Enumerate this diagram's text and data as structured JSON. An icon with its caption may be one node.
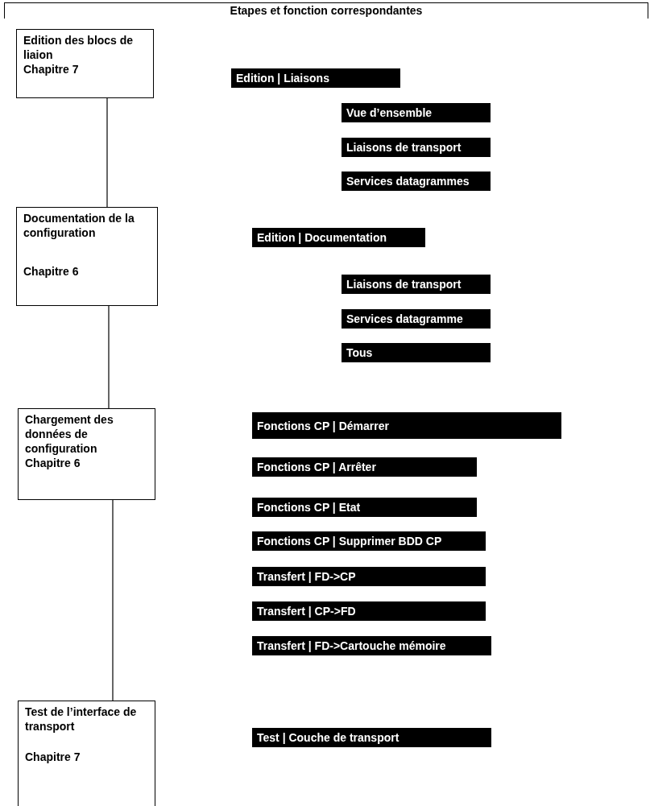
{
  "diagram": {
    "title": "Etapes et fonction correspondantes",
    "nodes": [
      {
        "text": [
          "Edition des blocs de liaion",
          "Chapitre 7"
        ]
      },
      {
        "text": [
          "Edition | Liaisons"
        ]
      },
      {
        "text": [
          "Vue d’ensemble"
        ]
      },
      {
        "text": [
          "Liaisons de transport"
        ]
      },
      {
        "text": [
          "Services datagrammes"
        ]
      },
      {
        "text": [
          "Documentation de la configuration",
          "Chapitre 6"
        ]
      },
      {
        "text": [
          "Edition | Documentation"
        ]
      },
      {
        "text": [
          "Liaisons de transport"
        ]
      },
      {
        "text": [
          "Services datagramme"
        ]
      },
      {
        "text": [
          "Tous"
        ]
      },
      {
        "text": [
          "Chargement des données de configuration",
          "Chapitre 6"
        ]
      },
      {
        "text": [
          "Fonctions CP | Démarrer"
        ]
      },
      {
        "text": [
          "Fonctions CP | Arrêter"
        ]
      },
      {
        "text": [
          "Fonctions CP | Etat"
        ]
      },
      {
        "text": [
          "Fonctions CP | Supprimer BDD CP"
        ]
      },
      {
        "text": [
          "Transfert | FD->CP"
        ]
      },
      {
        "text": [
          "Transfert | CP->FD"
        ]
      },
      {
        "text": [
          "Transfert | FD->Cartouche mémoire"
        ]
      },
      {
        "text": [
          "Test de l’interface de transport",
          "Chapitre 7"
        ]
      },
      {
        "text": [
          "Test | Couche de transport"
        ]
      }
    ],
    "edges": [
      {
        "from": 0,
        "to": 5,
        "arrow": "none"
      },
      {
        "from": 5,
        "to": 10,
        "arrow": "none"
      },
      {
        "from": 10,
        "to": 18,
        "arrow": "none"
      }
    ]
  }
}
